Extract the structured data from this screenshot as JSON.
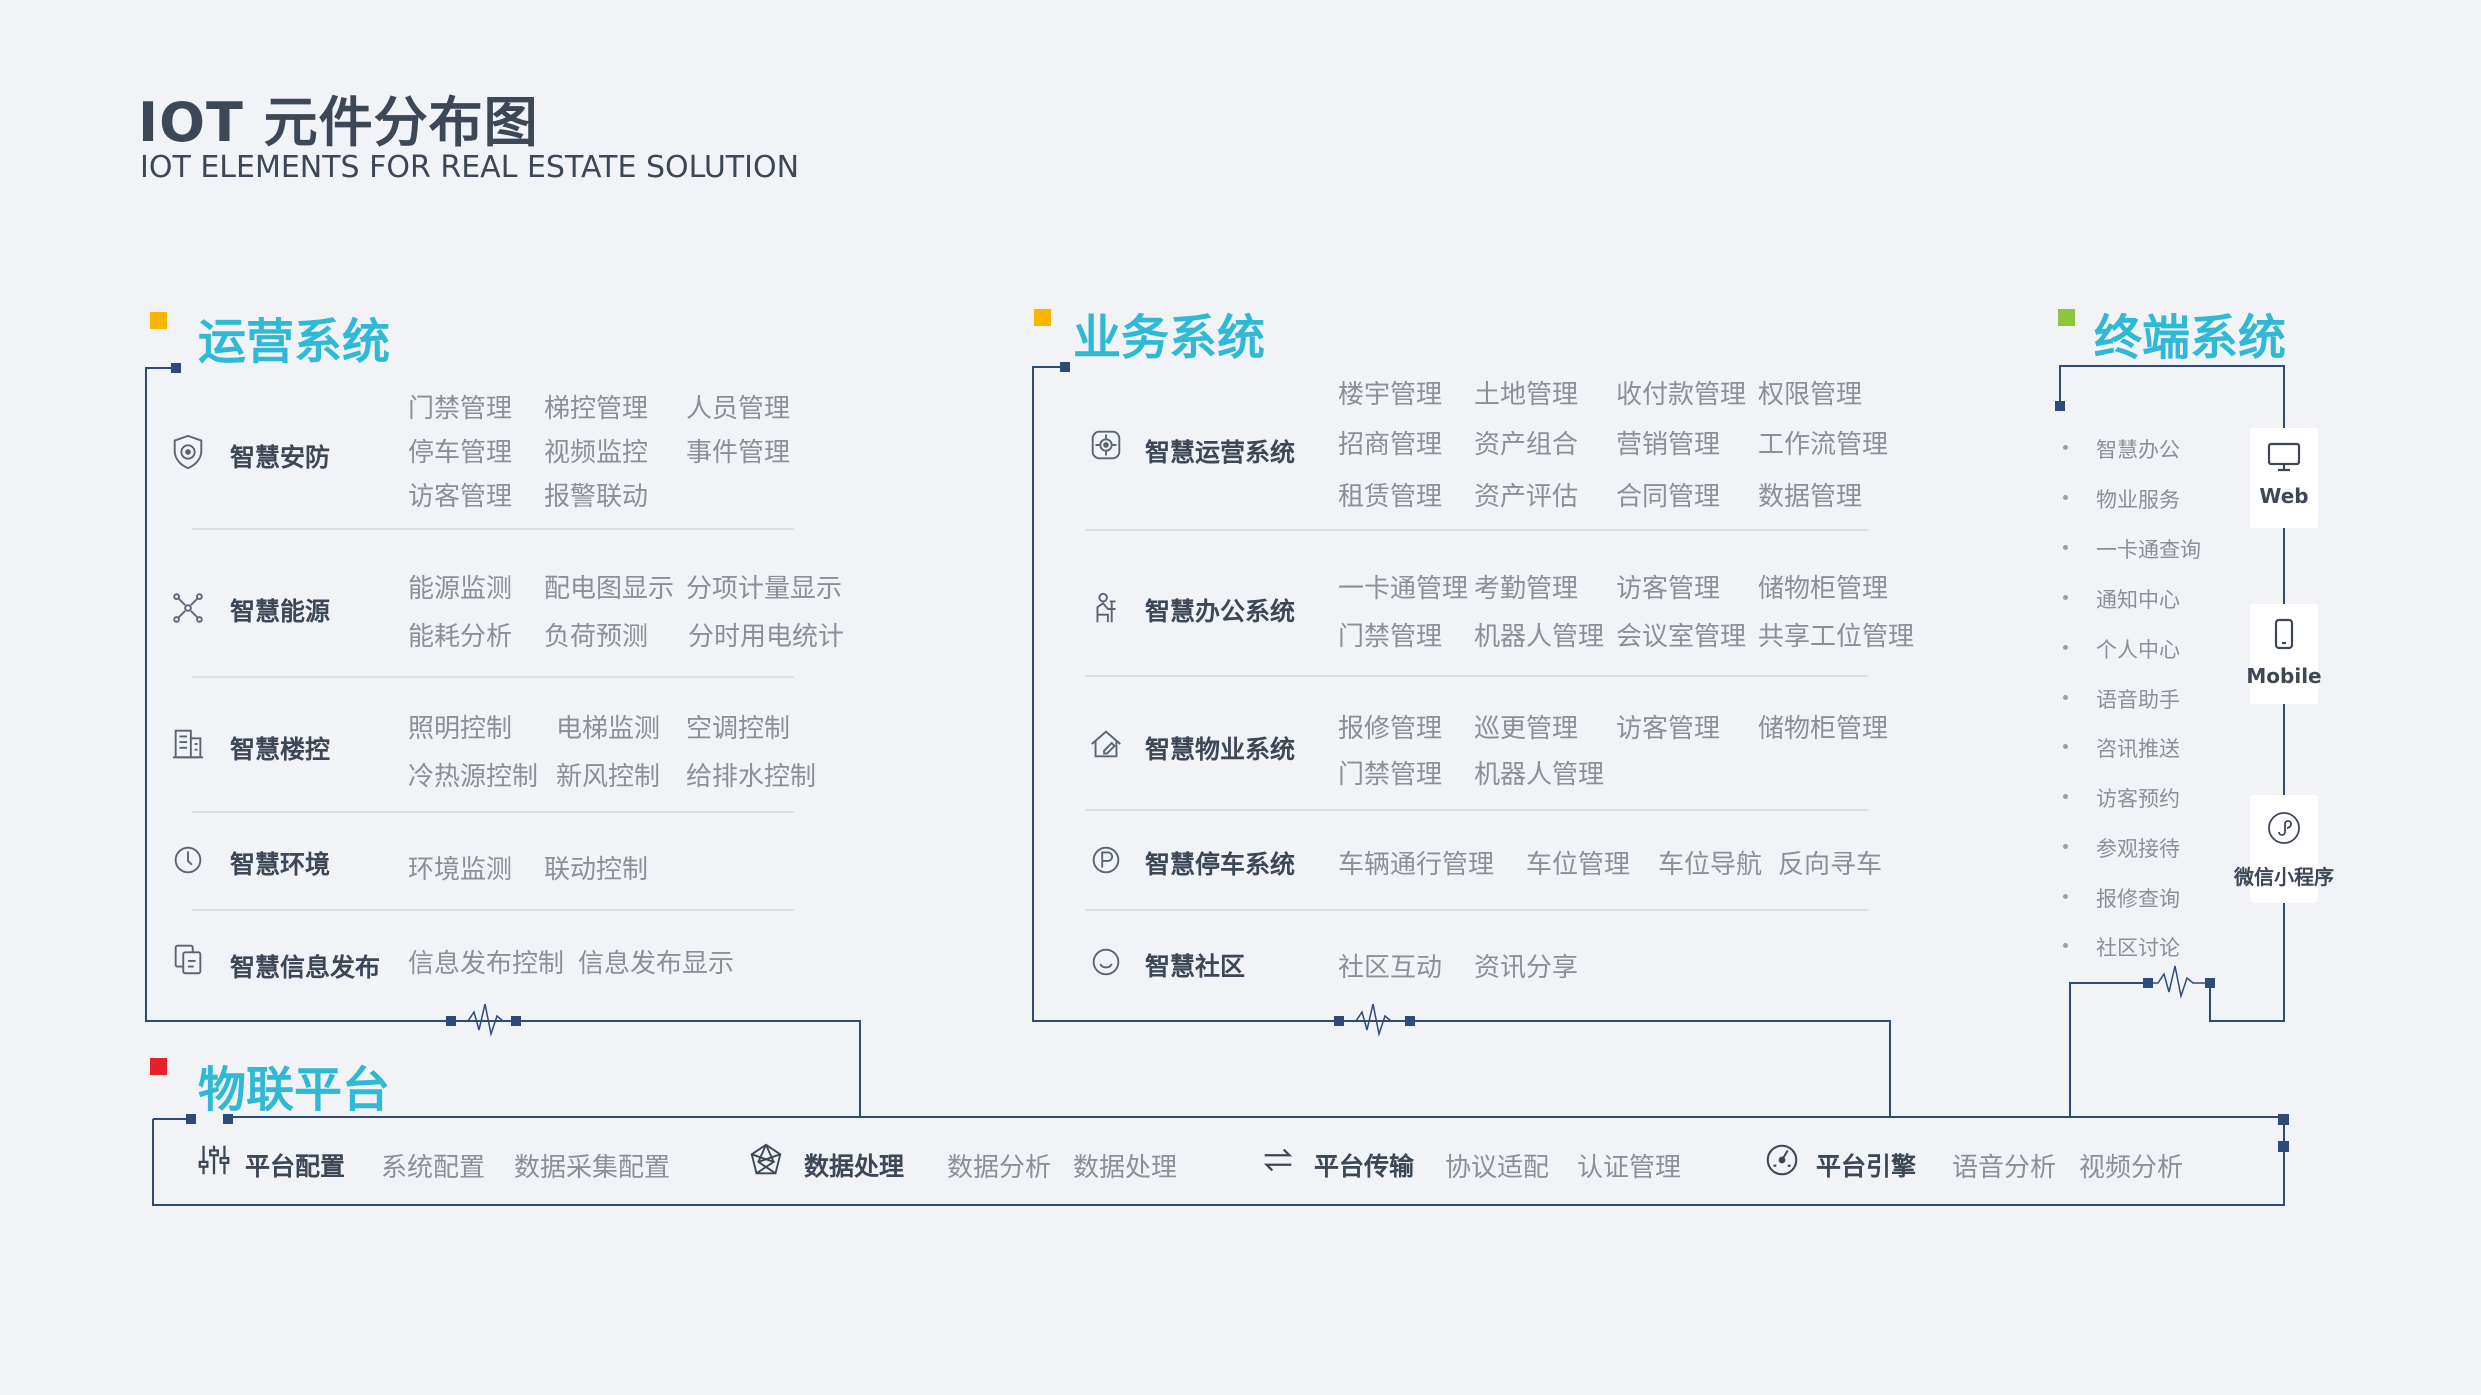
{
  "header": {
    "title": "IOT 元件分布图",
    "subtitle": "IOT ELEMENTS FOR REAL ESTATE SOLUTION"
  },
  "colors": {
    "accent_cyan": "#2fb9d5",
    "ops_marker": "#f7b500",
    "biz_marker": "#f7b500",
    "term_marker": "#8cc63f",
    "platform_marker": "#e8202a",
    "line": "#2d4a78"
  },
  "operations": {
    "title": "运营系统",
    "groups": [
      {
        "icon": "shield-icon",
        "label": "智慧安防",
        "items": [
          "门禁管理",
          "梯控管理",
          "人员管理",
          "停车管理",
          "视频监控",
          "事件管理",
          "访客管理",
          "报警联动"
        ]
      },
      {
        "icon": "energy-nodes-icon",
        "label": "智慧能源",
        "items": [
          "能源监测",
          "配电图显示",
          "分项计量显示",
          "能耗分析",
          "负荷预测",
          "分时用电统计"
        ]
      },
      {
        "icon": "building-icon",
        "label": "智慧楼控",
        "items": [
          "照明控制",
          "电梯监测",
          "空调控制",
          "冷热源控制",
          "新风控制",
          "给排水控制"
        ]
      },
      {
        "icon": "environment-icon",
        "label": "智慧环境",
        "items": [
          "环境监测",
          "联动控制"
        ]
      },
      {
        "icon": "publish-icon",
        "label": "智慧信息发布",
        "items": [
          "信息发布控制",
          "信息发布显示"
        ]
      }
    ]
  },
  "business": {
    "title": "业务系统",
    "groups": [
      {
        "icon": "operations-icon",
        "label": "智慧运营系统",
        "items": [
          "楼宇管理",
          "土地管理",
          "收付款管理",
          "权限管理",
          "招商管理",
          "资产组合",
          "营销管理",
          "工作流管理",
          "租赁管理",
          "资产评估",
          "合同管理",
          "数据管理"
        ]
      },
      {
        "icon": "office-worker-icon",
        "label": "智慧办公系统",
        "items": [
          "一卡通管理",
          "考勤管理",
          "访客管理",
          "储物柜管理",
          "门禁管理",
          "机器人管理",
          "会议室管理",
          "共享工位管理"
        ]
      },
      {
        "icon": "property-home-icon",
        "label": "智慧物业系统",
        "items": [
          "报修管理",
          "巡更管理",
          "访客管理",
          "储物柜管理",
          "门禁管理",
          "机器人管理"
        ]
      },
      {
        "icon": "parking-icon",
        "label": "智慧停车系统",
        "items": [
          "车辆通行管理",
          "车位管理",
          "车位导航",
          "反向寻车"
        ]
      },
      {
        "icon": "smile-icon",
        "label": "智慧社区",
        "items": [
          "社区互动",
          "资讯分享"
        ]
      }
    ]
  },
  "terminal": {
    "title": "终端系统",
    "items": [
      "智慧办公",
      "物业服务",
      "一卡通查询",
      "通知中心",
      "个人中心",
      "语音助手",
      "咨讯推送",
      "访客预约",
      "参观接待",
      "报修查询",
      "社区讨论"
    ],
    "devices": [
      {
        "icon": "monitor-icon",
        "label": "Web"
      },
      {
        "icon": "phone-icon",
        "label": "Mobile"
      },
      {
        "icon": "miniprogram-icon",
        "label": "微信小程序"
      }
    ]
  },
  "platform": {
    "title": "物联平台",
    "groups": [
      {
        "icon": "sliders-icon",
        "label": "平台配置",
        "items": [
          "系统配置",
          "数据采集配置"
        ]
      },
      {
        "icon": "network-icon",
        "label": "数据处理",
        "items": [
          "数据分析",
          "数据处理"
        ]
      },
      {
        "icon": "transfer-icon",
        "label": "平台传输",
        "items": [
          "协议适配",
          "认证管理"
        ]
      },
      {
        "icon": "gauge-icon",
        "label": "平台引擎",
        "items": [
          "语音分析",
          "视频分析"
        ]
      }
    ]
  }
}
